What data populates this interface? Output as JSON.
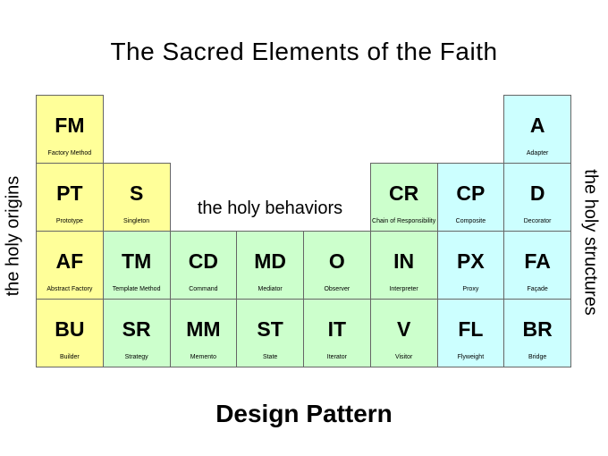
{
  "title": "The Sacred Elements of the Faith",
  "footer_title": "Design Pattern",
  "group_labels": {
    "origins": "the holy origins",
    "behaviors": "the holy behaviors",
    "structures": "the holy structures"
  },
  "colors": {
    "origins_fill": "#FFFF99",
    "behaviors_fill": "#CCFFCC",
    "structures_fill": "#CCFFFF",
    "cell_border": "#666666",
    "text": "#000000",
    "background": "#FFFFFF"
  },
  "cells": [
    {
      "symbol": "FM",
      "name": "Factory Method",
      "row": 1,
      "col": 1,
      "category": "origins"
    },
    {
      "symbol": "A",
      "name": "Adapter",
      "row": 1,
      "col": 8,
      "category": "structures"
    },
    {
      "symbol": "PT",
      "name": "Prototype",
      "row": 2,
      "col": 1,
      "category": "origins"
    },
    {
      "symbol": "S",
      "name": "Singleton",
      "row": 2,
      "col": 2,
      "category": "origins"
    },
    {
      "symbol": "CR",
      "name": "Chain of Responsibility",
      "row": 2,
      "col": 6,
      "category": "behaviors"
    },
    {
      "symbol": "CP",
      "name": "Composite",
      "row": 2,
      "col": 7,
      "category": "structures"
    },
    {
      "symbol": "D",
      "name": "Decorator",
      "row": 2,
      "col": 8,
      "category": "structures"
    },
    {
      "symbol": "AF",
      "name": "Abstract Factory",
      "row": 3,
      "col": 1,
      "category": "origins"
    },
    {
      "symbol": "TM",
      "name": "Template Method",
      "row": 3,
      "col": 2,
      "category": "behaviors"
    },
    {
      "symbol": "CD",
      "name": "Command",
      "row": 3,
      "col": 3,
      "category": "behaviors"
    },
    {
      "symbol": "MD",
      "name": "Mediator",
      "row": 3,
      "col": 4,
      "category": "behaviors"
    },
    {
      "symbol": "O",
      "name": "Observer",
      "row": 3,
      "col": 5,
      "category": "behaviors"
    },
    {
      "symbol": "IN",
      "name": "Interpreter",
      "row": 3,
      "col": 6,
      "category": "behaviors"
    },
    {
      "symbol": "PX",
      "name": "Proxy",
      "row": 3,
      "col": 7,
      "category": "structures"
    },
    {
      "symbol": "FA",
      "name": "Façade",
      "row": 3,
      "col": 8,
      "category": "structures"
    },
    {
      "symbol": "BU",
      "name": "Builder",
      "row": 4,
      "col": 1,
      "category": "origins"
    },
    {
      "symbol": "SR",
      "name": "Strategy",
      "row": 4,
      "col": 2,
      "category": "behaviors"
    },
    {
      "symbol": "MM",
      "name": "Memento",
      "row": 4,
      "col": 3,
      "category": "behaviors"
    },
    {
      "symbol": "ST",
      "name": "State",
      "row": 4,
      "col": 4,
      "category": "behaviors"
    },
    {
      "symbol": "IT",
      "name": "Iterator",
      "row": 4,
      "col": 5,
      "category": "behaviors"
    },
    {
      "symbol": "V",
      "name": "Visitor",
      "row": 4,
      "col": 6,
      "category": "behaviors"
    },
    {
      "symbol": "FL",
      "name": "Flyweight",
      "row": 4,
      "col": 7,
      "category": "structures"
    },
    {
      "symbol": "BR",
      "name": "Bridge",
      "row": 4,
      "col": 8,
      "category": "structures"
    }
  ]
}
